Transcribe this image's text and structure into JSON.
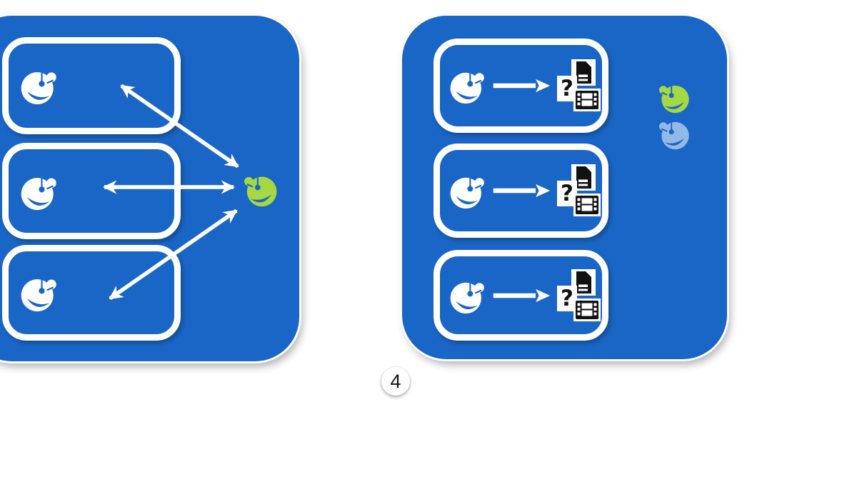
{
  "slide": {
    "step_badge": "4",
    "colors": {
      "canvas_bg": "#FFFFFF",
      "panel_blue": "#1A66C6",
      "box_outline": "#FFFFFF",
      "member_face": "#FFFFFF",
      "facilitator_face_green": "#A5D843",
      "observer_face_blue": "#93B9E6",
      "arrow": "#FFFFFF",
      "icon_black": "#111111"
    },
    "left_panel": {
      "boxes": [
        {
          "icon": "member-face-icon"
        },
        {
          "icon": "member-face-icon"
        },
        {
          "icon": "member-face-icon"
        }
      ],
      "facilitator_icon": "facilitator-face-icon-green",
      "arrows": [
        {
          "type": "double-headed",
          "from": "box-1",
          "to": "facilitator"
        },
        {
          "type": "double-headed",
          "from": "box-2",
          "to": "facilitator"
        },
        {
          "type": "double-headed",
          "from": "box-3",
          "to": "facilitator"
        }
      ]
    },
    "right_panel": {
      "boxes": [
        {
          "icon": "member-face-icon",
          "arrow_icon": "right-arrow-icon",
          "output_icons": [
            "question-mark-icon",
            "document-icon",
            "film-icon"
          ]
        },
        {
          "icon": "member-face-icon",
          "arrow_icon": "right-arrow-icon",
          "output_icons": [
            "question-mark-icon",
            "document-icon",
            "film-icon"
          ]
        },
        {
          "icon": "member-face-icon",
          "arrow_icon": "right-arrow-icon",
          "output_icons": [
            "question-mark-icon",
            "document-icon",
            "film-icon"
          ]
        }
      ],
      "observers": [
        {
          "icon": "observer-face-icon-green"
        },
        {
          "icon": "observer-face-icon-blue"
        }
      ]
    }
  }
}
